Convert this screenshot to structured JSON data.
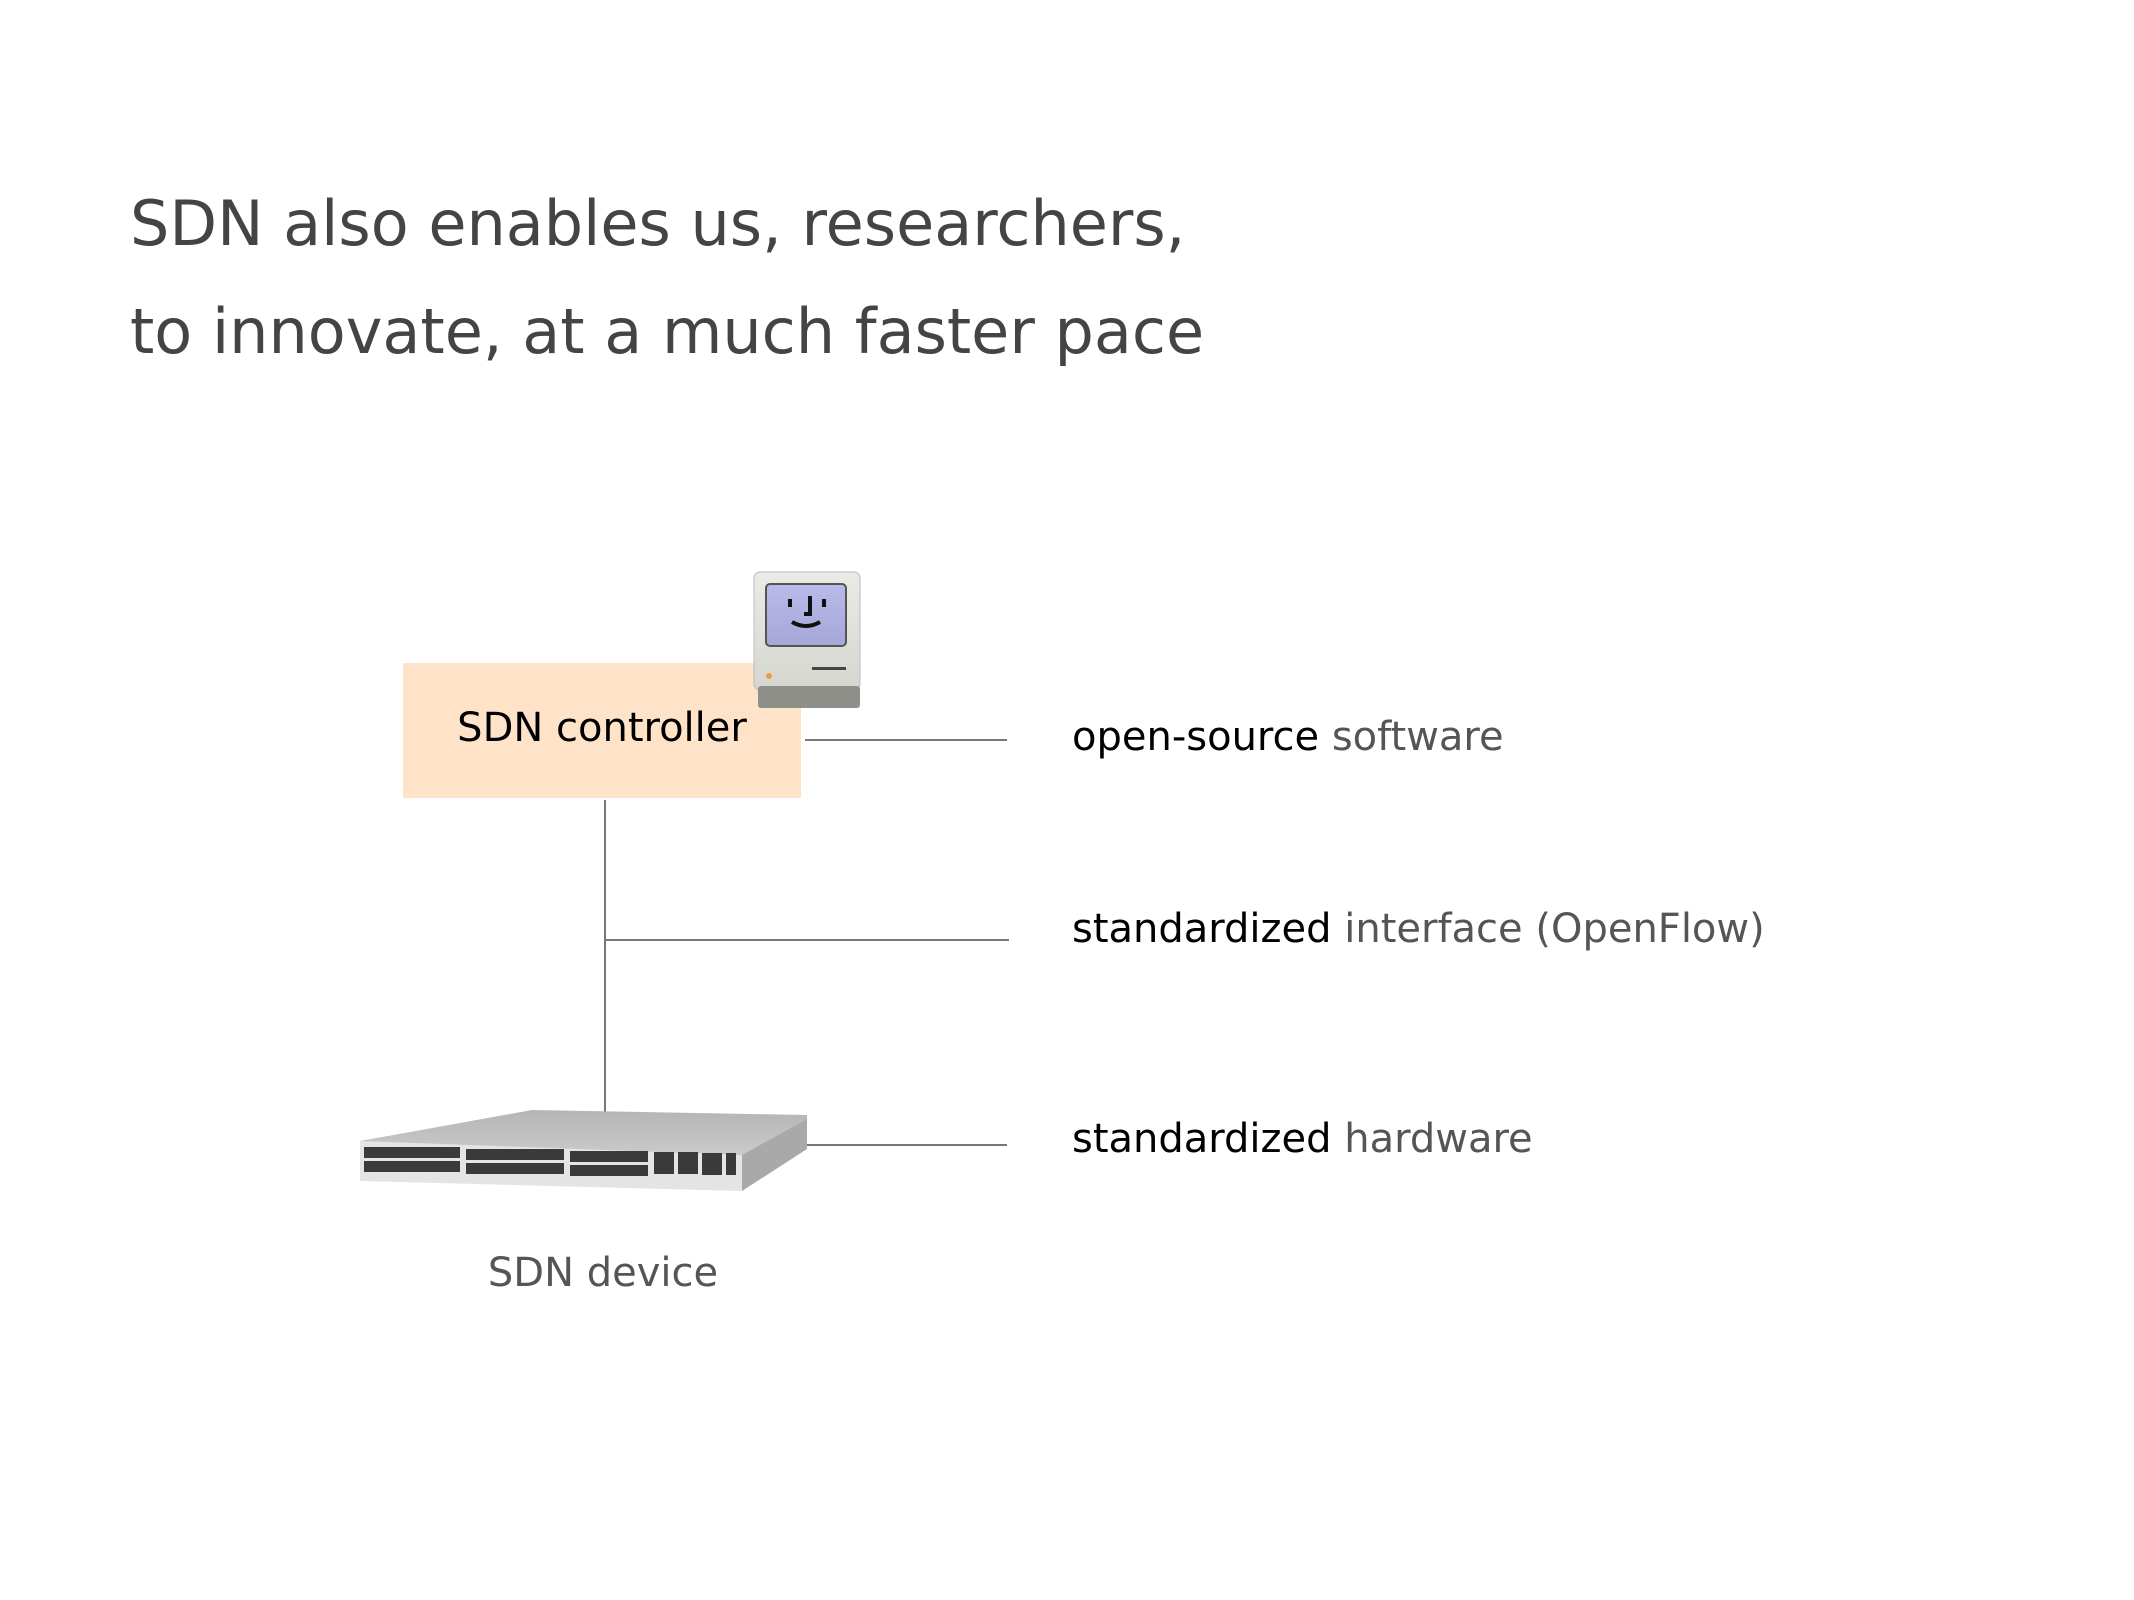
{
  "title": {
    "line1": "SDN also enables us, researchers,",
    "line2": "to innovate, at a much faster pace"
  },
  "diagram": {
    "controller_label": "SDN controller",
    "device_label": "SDN device",
    "annotations": [
      {
        "bold": "open-source",
        "rest": "software"
      },
      {
        "bold": "standardized",
        "rest": "interface (OpenFlow)"
      },
      {
        "bold": "standardized",
        "rest": "hardware"
      }
    ],
    "colors": {
      "controller_fill": "#fee3c9",
      "line": "#777777"
    }
  }
}
